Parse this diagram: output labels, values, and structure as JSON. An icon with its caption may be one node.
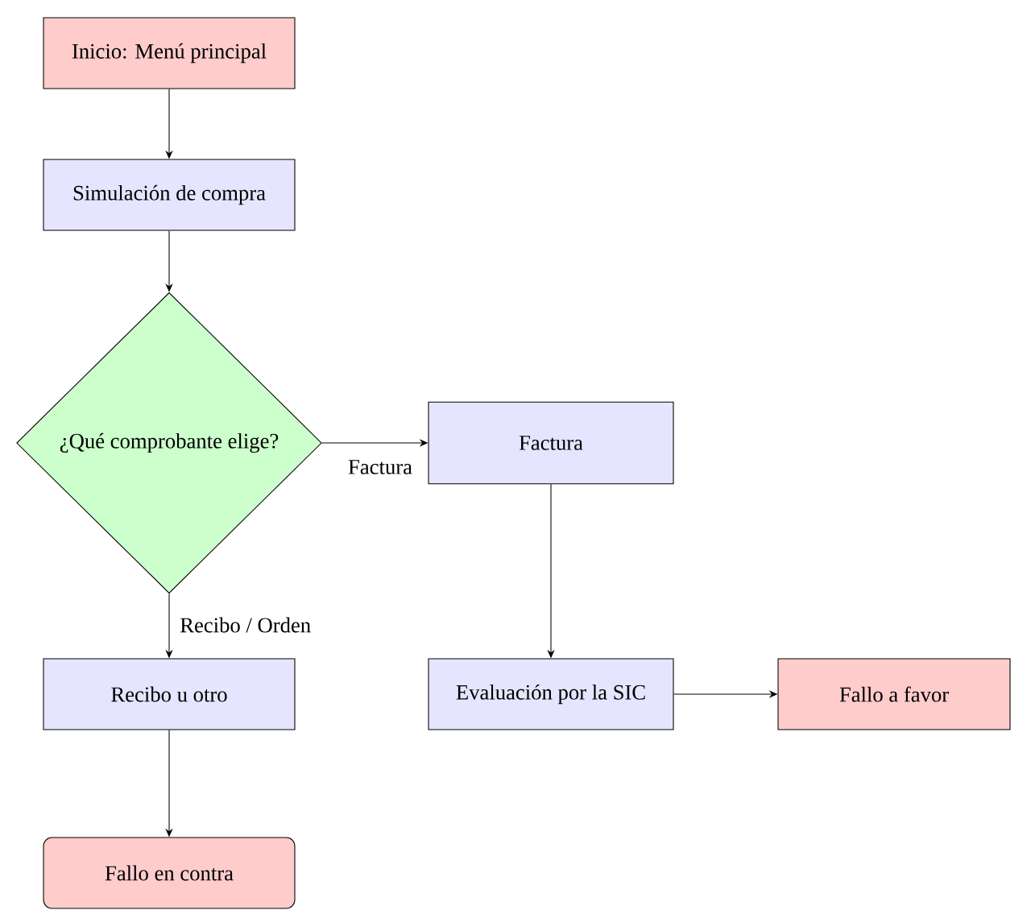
{
  "diagram": {
    "nodes": [
      {
        "text": [
          "Inicio: Menú principal"
        ]
      },
      {
        "text": [
          "Simulación de compra"
        ]
      },
      {
        "text": [
          "¿Qué comprobante elige?"
        ]
      },
      {
        "text": [
          "Factura"
        ]
      },
      {
        "text": [
          "Recibo u otro"
        ]
      },
      {
        "text": [
          "Evaluación por la SIC"
        ]
      },
      {
        "text": [
          "Fallo a favor"
        ]
      },
      {
        "text": [
          "Fallo en contra"
        ]
      }
    ],
    "edges": [
      {
        "from": 0,
        "to": 1,
        "arrow": "to"
      },
      {
        "from": 1,
        "to": 2,
        "arrow": "to"
      },
      {
        "from": 2,
        "to": 3,
        "arrow": "to",
        "label": "Factura"
      },
      {
        "from": 2,
        "to": 4,
        "arrow": "to",
        "label": "Recibo / Orden"
      },
      {
        "from": 3,
        "to": 5,
        "arrow": "to"
      },
      {
        "from": 5,
        "to": 6,
        "arrow": "to"
      },
      {
        "from": 4,
        "to": 7,
        "arrow": "to"
      }
    ]
  }
}
